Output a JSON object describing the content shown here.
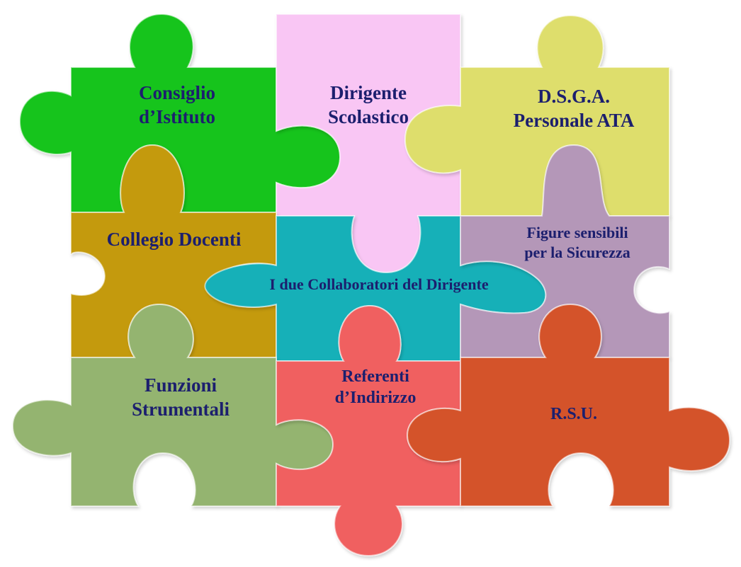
{
  "pieces": {
    "consiglio": {
      "lines": [
        "Consiglio",
        "d’Istituto"
      ],
      "color": "#18c41c"
    },
    "dirigente": {
      "lines": [
        "Dirigente",
        "Scolastico"
      ],
      "color": "#f9c6f4"
    },
    "dsga": {
      "lines": [
        "D.S.G.A.",
        "Personale ATA"
      ],
      "color": "#dede6c"
    },
    "collegio": {
      "lines": [
        "Collegio Docenti"
      ],
      "color": "#c49a08"
    },
    "collaboratori": {
      "lines": [
        "I due Collaboratori del Dirigente"
      ],
      "color": "#14b0b8"
    },
    "figure": {
      "lines": [
        "Figure sensibili",
        "per la Sicurezza"
      ],
      "color": "#b497b8"
    },
    "funzioni": {
      "lines": [
        "Funzioni",
        "Strumentali"
      ],
      "color": "#94b470"
    },
    "referenti": {
      "lines": [
        "Referenti",
        "d’Indirizzo"
      ],
      "color": "#f06060"
    },
    "rsu": {
      "lines": [
        "R.S.U."
      ],
      "color": "#d4522c"
    }
  },
  "text_color": "#1c1f6e"
}
